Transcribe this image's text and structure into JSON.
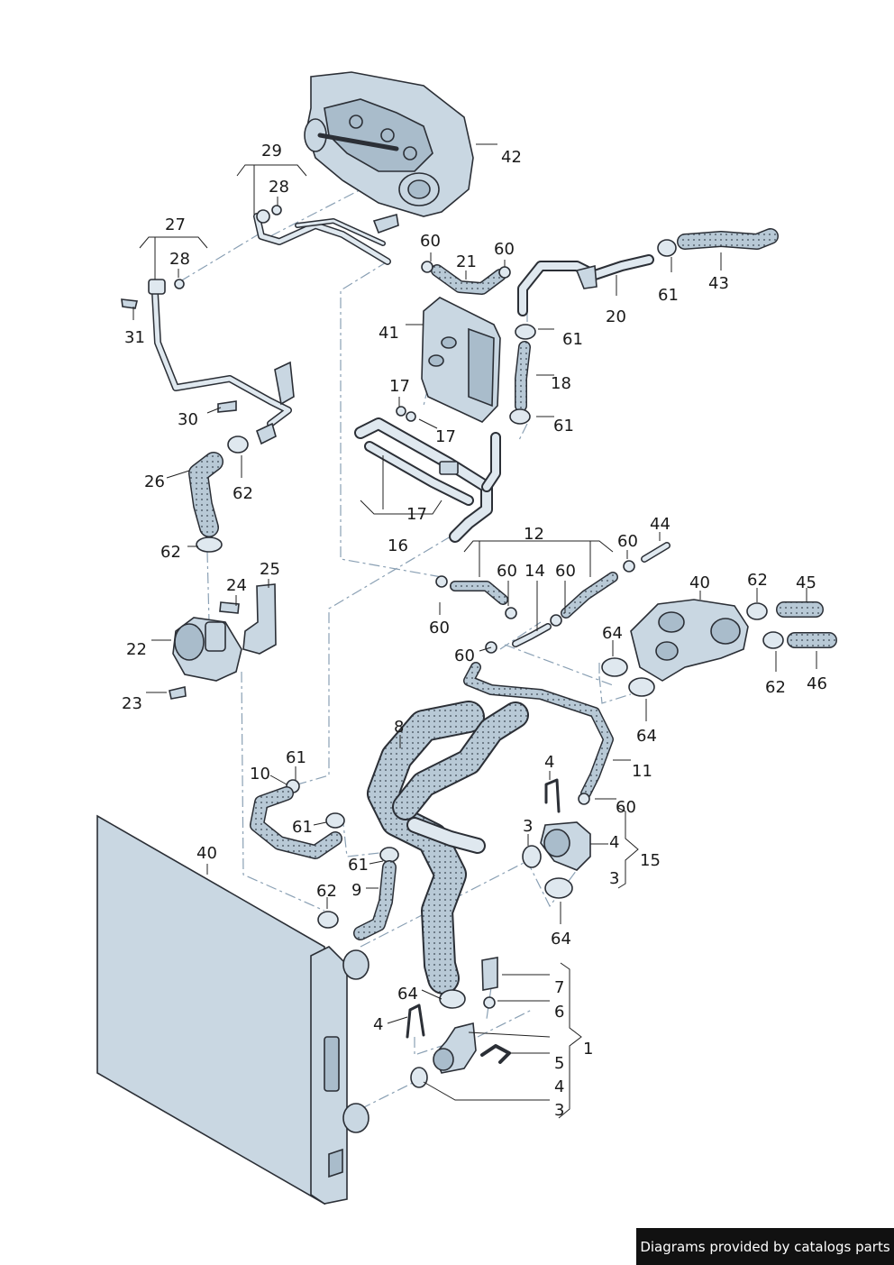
{
  "watermark": "Diagrams provided by catalogs parts",
  "colors": {
    "part_fill": "#c9d7e2",
    "part_shade": "#a9bccb",
    "hose_fill": "#b8c9d6",
    "outline": "#2b2f36",
    "dashed_line": "#8aa0b4",
    "watermark_bg": "#111111"
  },
  "callouts": {
    "c42": "42",
    "c29": "29",
    "c28a": "28",
    "c27": "27",
    "c28b": "28",
    "c31": "31",
    "c60a": "60",
    "c21": "21",
    "c60b": "60",
    "c43": "43",
    "c61a": "61",
    "c20": "20",
    "c41": "41",
    "c61b": "61",
    "c18": "18",
    "c17a": "17",
    "c17b": "17",
    "c61c": "61",
    "c30": "30",
    "c26": "26",
    "c62a": "62",
    "c17c": "17",
    "c16": "16",
    "c62b": "62",
    "c12": "12",
    "c44": "44",
    "c60c": "60",
    "c14": "14",
    "c60d": "60",
    "c60e": "60",
    "c24": "24",
    "c25": "25",
    "c40a": "40",
    "c62c": "62",
    "c45": "45",
    "c22": "22",
    "c60f": "60",
    "c64a": "64",
    "c60g": "60",
    "c62d": "62",
    "c46": "46",
    "c23": "23",
    "c64b": "64",
    "c8": "8",
    "c11": "11",
    "c61d": "61",
    "c10": "10",
    "c4a": "4",
    "c60h": "60",
    "c61e": "61",
    "c3a": "3",
    "c4b": "4",
    "c15": "15",
    "c40b": "40",
    "c61f": "61",
    "c3b": "3",
    "c9": "9",
    "c62e": "62",
    "c64c": "64",
    "c7": "7",
    "c64d": "64",
    "c6": "6",
    "c4c": "4",
    "c1": "1",
    "c5": "5",
    "c4d": "4",
    "c3c": "3"
  }
}
